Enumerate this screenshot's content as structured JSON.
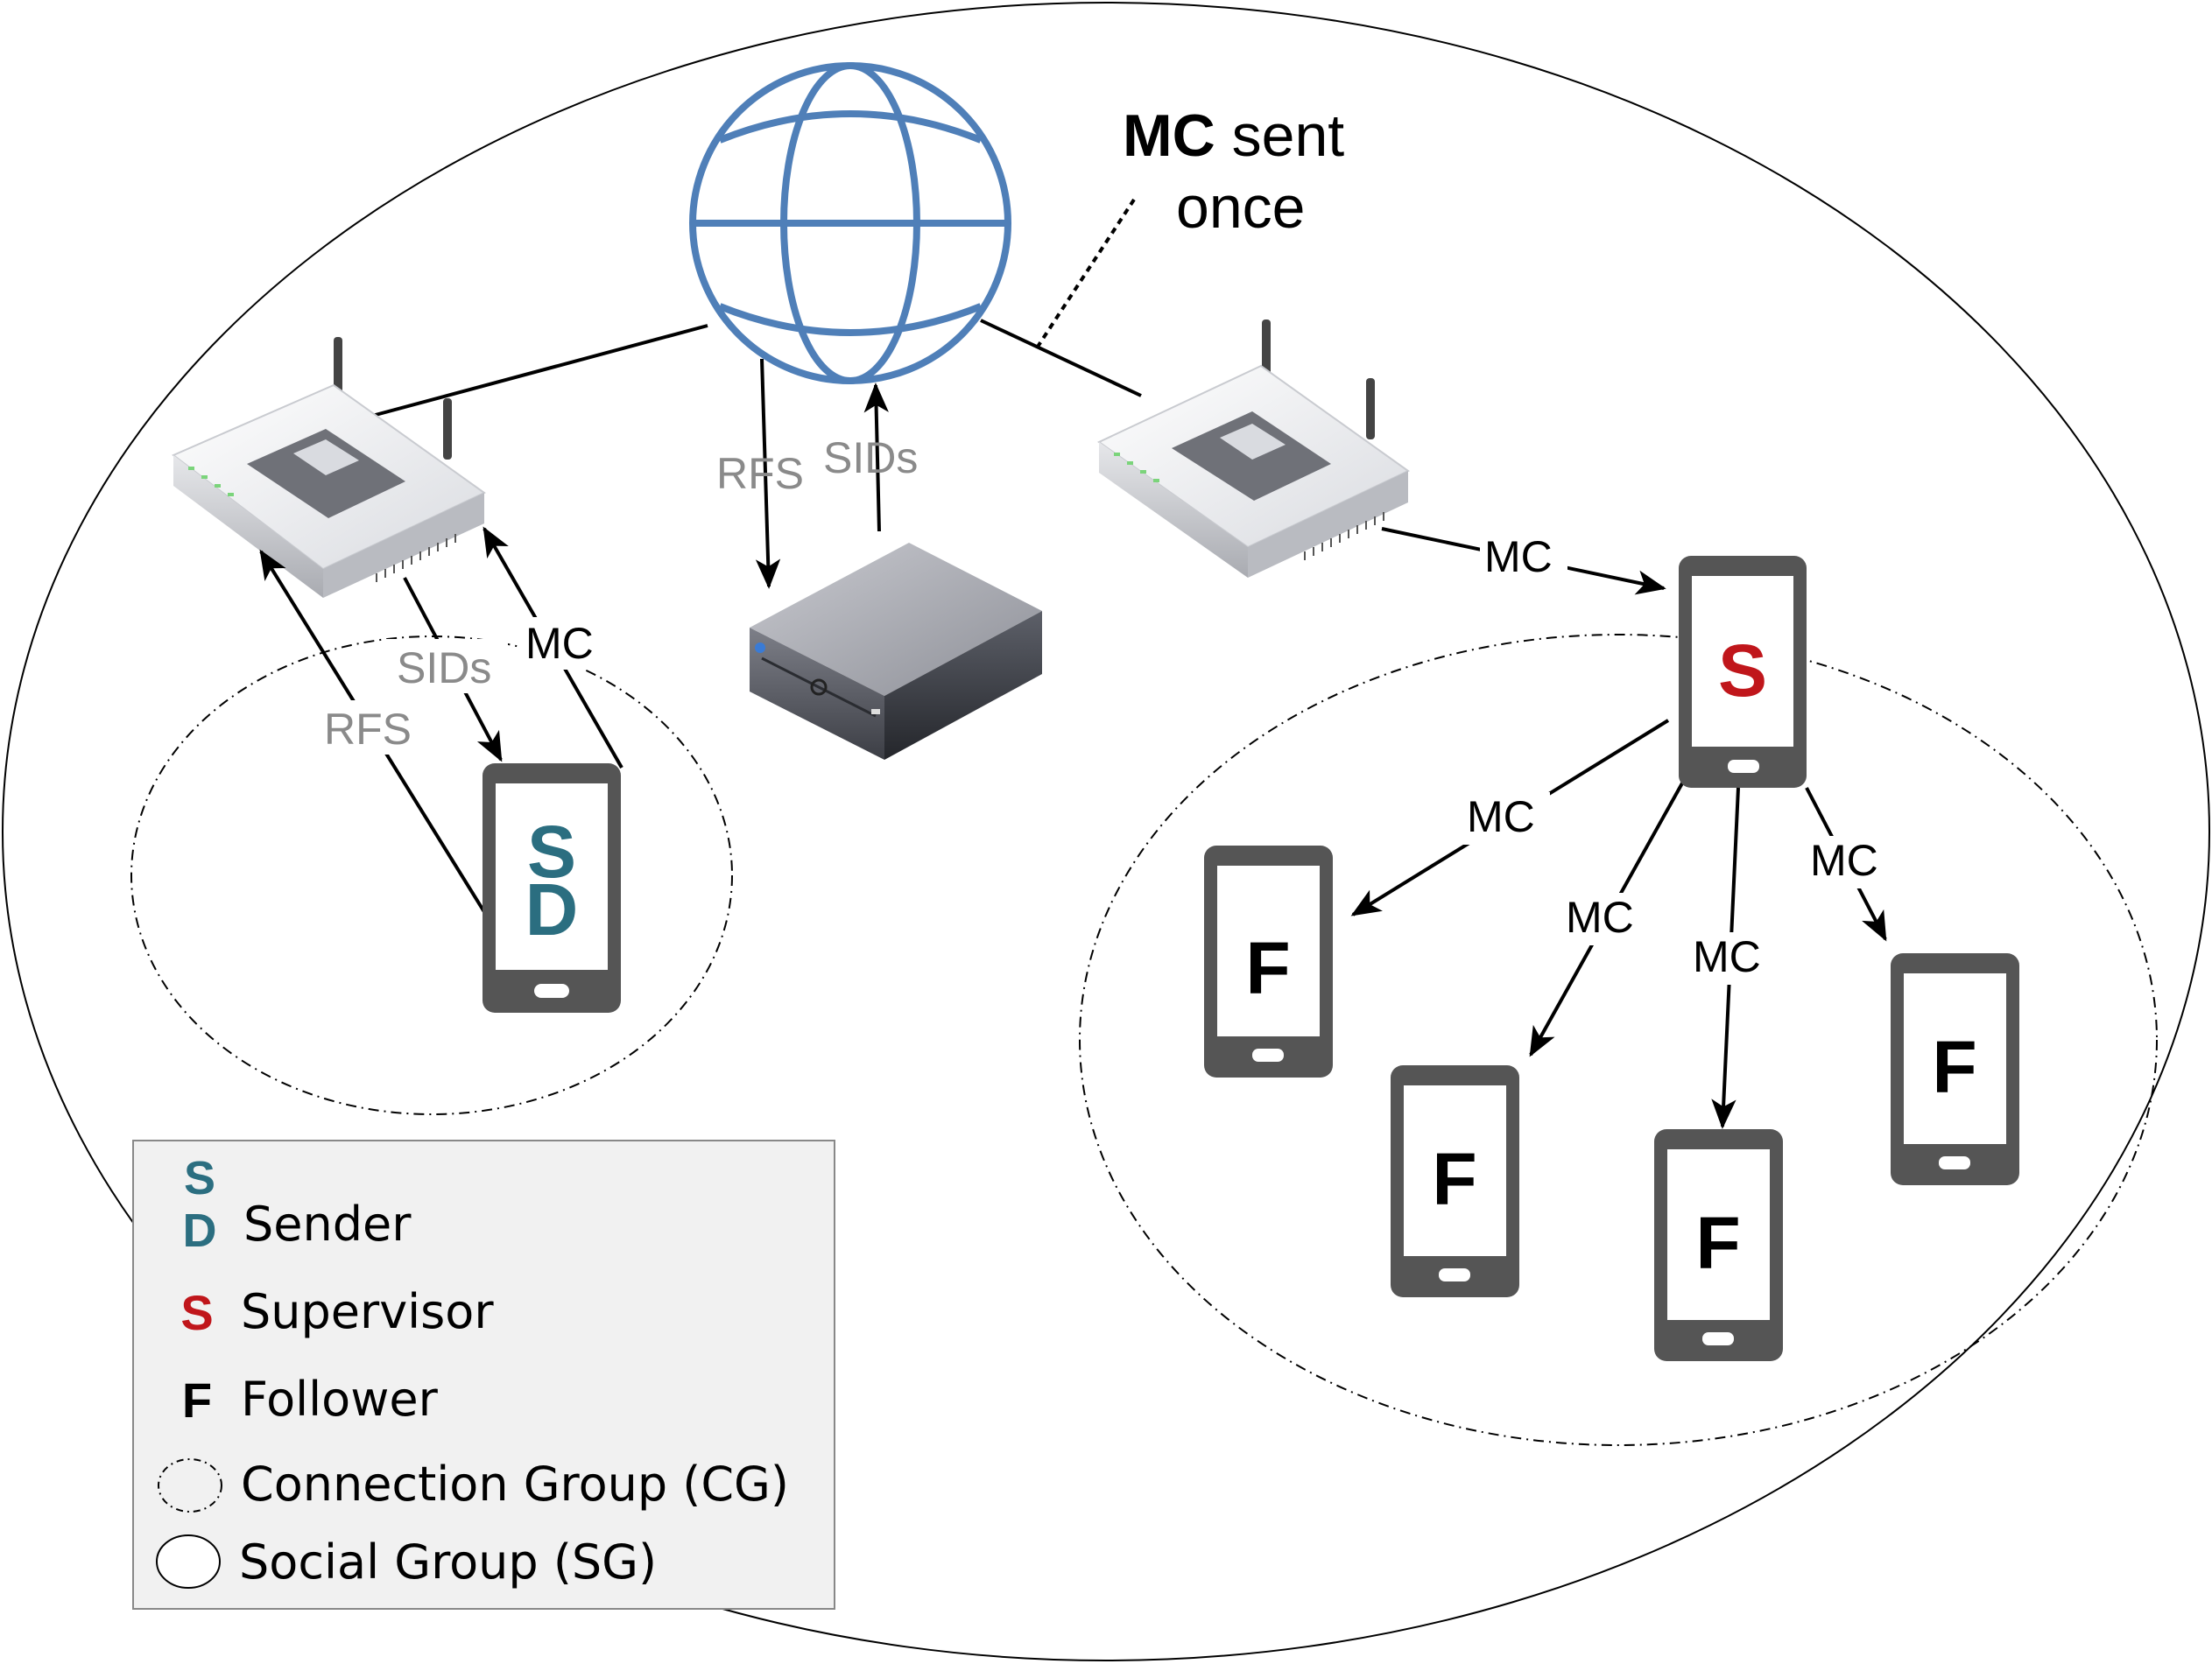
{
  "annotation": {
    "bold": "MC",
    "rest": " sent",
    "line2": "once"
  },
  "labels": {
    "rfs_center": "RFS",
    "sids_center": "SIDs",
    "sids_left": "SIDs",
    "rfs_left": "RFS",
    "mc_left": "MC",
    "mc_router_right": "MC",
    "mc_s_to_f1": "MC",
    "mc_s_to_f2": "MC",
    "mc_s_to_f3": "MC",
    "mc_s_to_f4": "MC"
  },
  "phones": {
    "sender": {
      "top": "S",
      "bottom": "D",
      "color": "#2b6e80"
    },
    "supervisor": {
      "letter": "S",
      "color": "#c0161b"
    },
    "followers": [
      "F",
      "F",
      "F",
      "F"
    ]
  },
  "legend": {
    "sender": {
      "icon_top": "S",
      "icon_bottom": "D",
      "label": "Sender"
    },
    "supervisor": {
      "icon": "S",
      "label": "Supervisor"
    },
    "follower": {
      "icon": "F",
      "label": "Follower"
    },
    "connection_group": "Connection Group (CG)",
    "social_group": "Social Group (SG)"
  },
  "colors": {
    "globe": "#4f7fb8",
    "sender": "#2b6e80",
    "supervisor": "#c0161b",
    "phone_body": "#555555",
    "label_grey": "#8a8a8a",
    "legend_bg": "#f1f1f1"
  }
}
